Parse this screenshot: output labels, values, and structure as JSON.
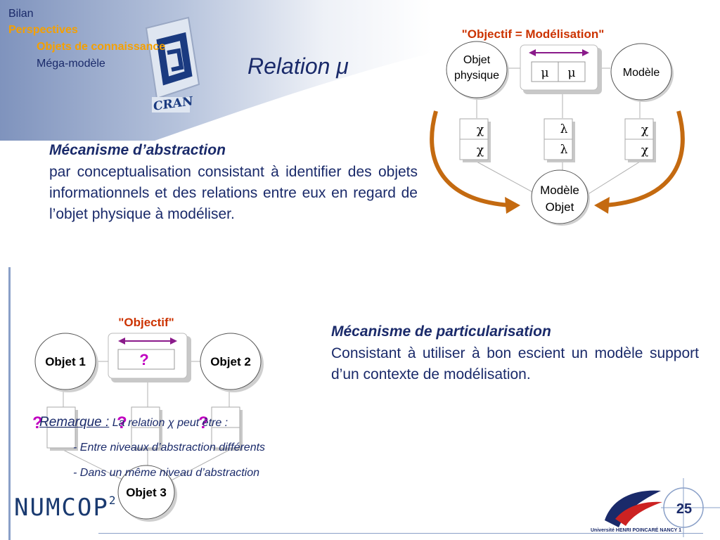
{
  "nav": {
    "items": [
      "Bilan",
      "Perspectives",
      "Objets de connaissance",
      "Méga-modèle"
    ]
  },
  "logo": {
    "text": "CRAN"
  },
  "title": "Relation μ",
  "top_diagram": {
    "label": "\"Objectif = Modélisation\"",
    "node_left": [
      "Objet",
      "physique"
    ],
    "node_right": "Modèle",
    "node_bottom": [
      "Modèle",
      "Objet"
    ],
    "center_cells": [
      "μ",
      "μ"
    ],
    "left_cells": [
      "χ",
      "χ"
    ],
    "mid_cells": [
      "λ",
      "λ"
    ],
    "right_cells": [
      "χ",
      "χ"
    ]
  },
  "abstraction": {
    "heading": "Mécanisme d’abstraction",
    "text": "par conceptualisation consistant à identifier des objets informationnels et des relations entre eux en regard de l’objet physique à modéliser."
  },
  "bottom_diagram": {
    "label": "\"Objectif\"",
    "node1": "Objet 1",
    "node2": "Objet 2",
    "node3": "Objet 3",
    "center_cell": "?"
  },
  "particularisation": {
    "heading": "Mécanisme de particularisation",
    "text": "Consistant à utiliser à bon escient un modèle support d’un contexte de modélisation."
  },
  "remark": {
    "label": "Remarque :",
    "text": "La relation χ  peut être :",
    "item1": "- Entre niveaux d’abstraction différents",
    "item2": "- Dans un même niveau d’abstraction",
    "marks": [
      "?",
      "?",
      "?"
    ]
  },
  "footer": {
    "brand": "NUMCOP",
    "brand_sup": "2",
    "university": "Université HENRI POINCARÉ NANCY 1",
    "page": "25"
  },
  "colors": {
    "navy": "#1a2a6a",
    "accent_orange": "#f5a000",
    "label_red": "#cc3300",
    "arrow_purple": "#8a1a8a",
    "curve_brown": "#c46a10",
    "question_magenta": "#c000c0"
  }
}
